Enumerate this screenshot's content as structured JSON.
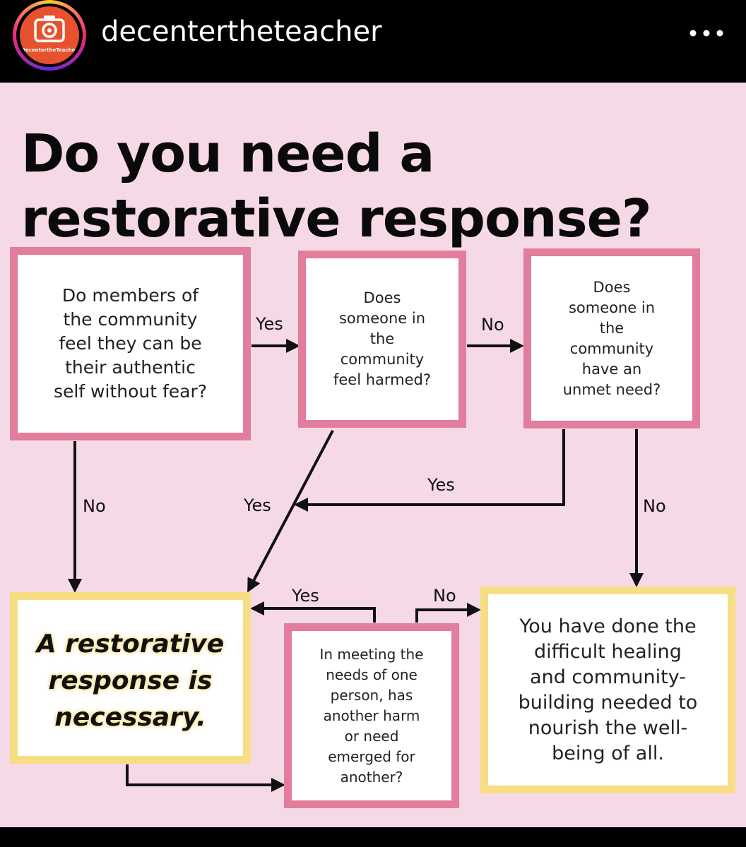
{
  "header": {
    "username": "decentertheteacher",
    "avatar_caption": "DecentertheTeacher",
    "more_icon": "ellipsis-icon"
  },
  "post": {
    "title_line1": "Do you need a",
    "title_line2": "restorative response?"
  },
  "nodes": {
    "q1": "Do members of\nthe community\nfeel they can be\ntheir authentic\nself without fear?",
    "q2": "Does\nsomeone in\nthe\ncommunity\nfeel harmed?",
    "q3": "Does\nsomeone in\nthe\ncommunity\nhave an\nunmet need?",
    "result": "A restorative\nresponse is\nnecessary.",
    "q4": "In meeting the\nneeds of one\nperson, has\nanother harm\nor need\nemerged for\nanother?",
    "done": "You have done the\ndifficult healing\nand community-\nbuilding needed to\nnourish the well-\nbeing of all."
  },
  "edges": {
    "q1_q2": "Yes",
    "q2_q3": "No",
    "q1_result": "No",
    "q2_result": "Yes",
    "q3_yes": "Yes",
    "q3_done": "No",
    "q4_result": "Yes",
    "q4_done": "No"
  },
  "colors": {
    "background": "#f6d9e6",
    "pink_border": "#e27d9e",
    "yellow_border": "#f7dd83",
    "avatar": "#e8512e"
  }
}
